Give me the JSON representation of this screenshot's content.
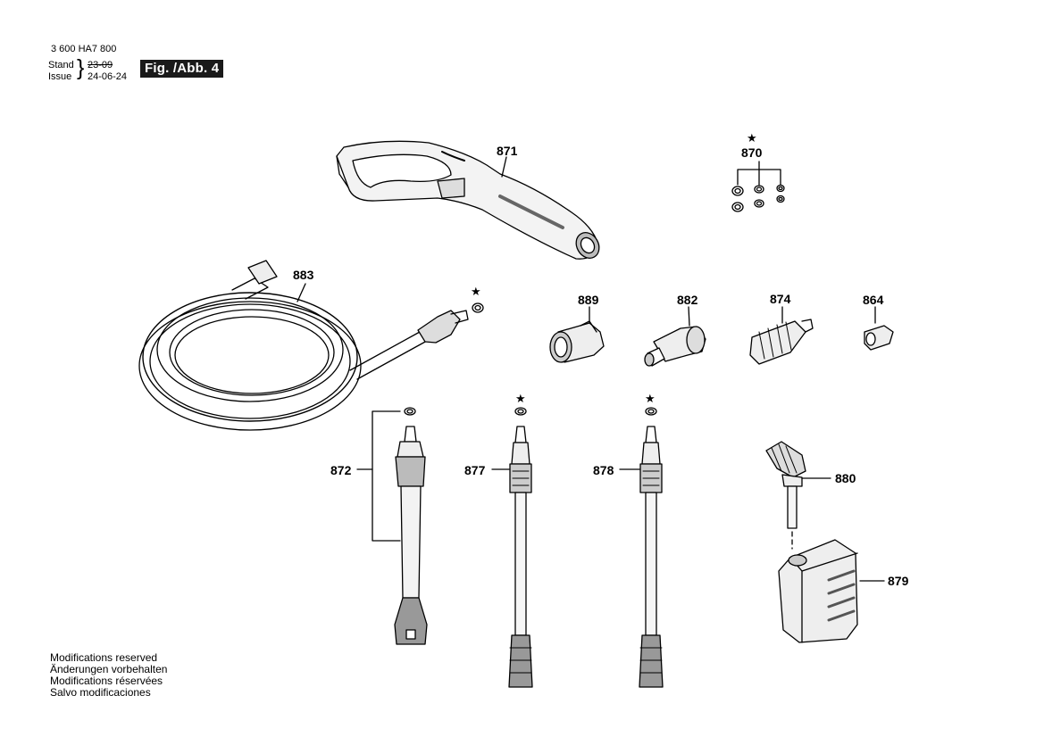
{
  "header": {
    "part_number": "3 600 HA7 800",
    "stand_label": "Stand",
    "issue_label": "Issue",
    "stand_date": "23-09",
    "issue_date": "24-06-24",
    "figure_label": "Fig. /Abb. 4"
  },
  "parts": {
    "p871": "871",
    "p870": "870",
    "p883": "883",
    "p889": "889",
    "p882": "882",
    "p874": "874",
    "p864": "864",
    "p872": "872",
    "p877": "877",
    "p878": "878",
    "p880": "880",
    "p879": "879"
  },
  "star_symbol": "★",
  "notes": [
    "Modifications reserved",
    "Änderungen vorbehalten",
    "Modifications réservées",
    "Salvo modificaciones"
  ]
}
